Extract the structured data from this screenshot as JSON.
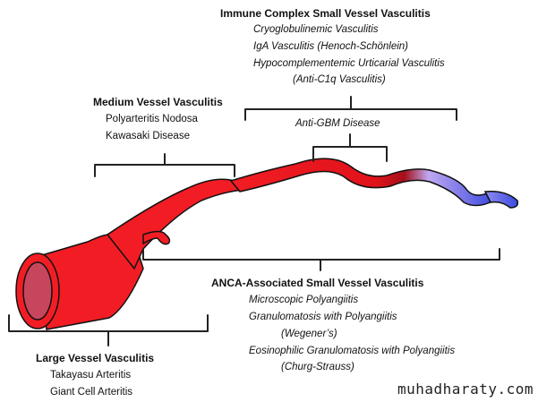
{
  "colors": {
    "vessel_red": "#f21d24",
    "vessel_dark_red": "#a3101a",
    "vessel_lumen": "#c8455e",
    "vessel_blue": "#3b49e0",
    "vessel_light_purple": "#c0a8f0",
    "bracket": "#222222"
  },
  "immune_complex": {
    "title": "Immune Complex  Small Vessel Vasculitis",
    "items": [
      "Cryoglobulinemic Vasculitis",
      "IgA Vasculitis (Henoch-Schönlein)",
      "Hypocomplementemic Urticarial Vasculitis",
      "(Anti-C1q Vasculitis)"
    ]
  },
  "medium_vessel": {
    "title": "Medium Vessel Vasculitis",
    "items": [
      "Polyarteritis Nodosa",
      "Kawasaki Disease"
    ]
  },
  "anti_gbm": {
    "label": "Anti-GBM Disease"
  },
  "anca": {
    "title": "ANCA-Associated Small Vessel Vasculitis",
    "items": [
      "Microscopic Polyangiitis",
      "Granulomatosis with Polyangiitis",
      "(Wegener’s)",
      "Eosinophilic Granulomatosis with Polyangiitis",
      "(Churg-Strauss)"
    ]
  },
  "large_vessel": {
    "title": "Large Vessel Vasculitis",
    "items": [
      "Takayasu Arteritis",
      "Giant Cell Arteritis"
    ]
  },
  "watermark": "muhadharaty.com"
}
